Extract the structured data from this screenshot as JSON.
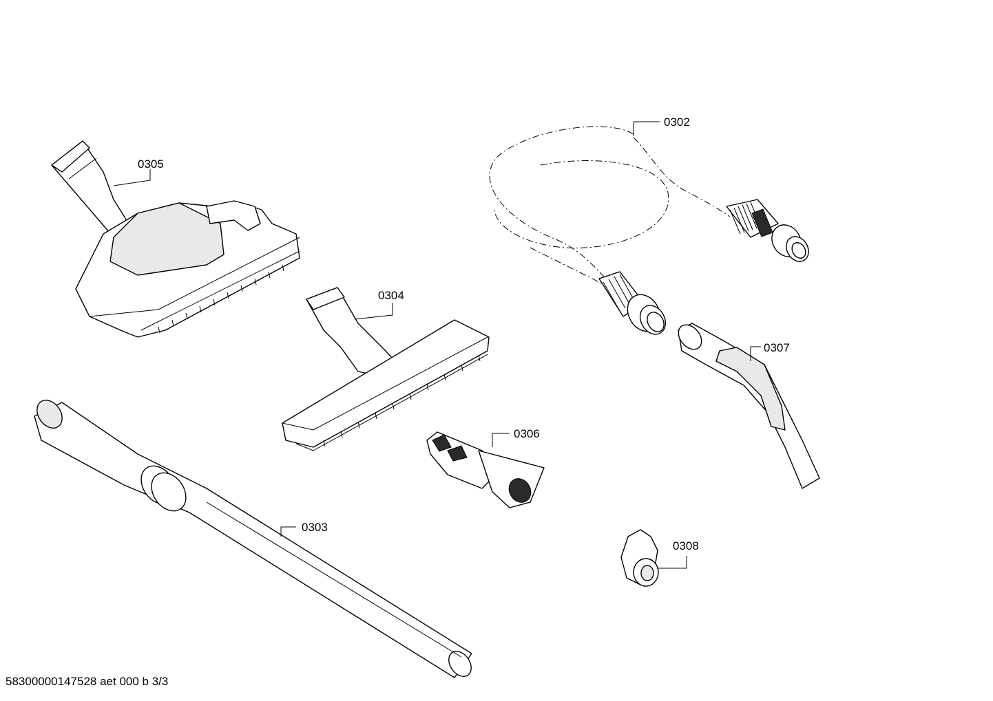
{
  "parts": [
    {
      "id": "0302",
      "name": "hose"
    },
    {
      "id": "0303",
      "name": "extension-tube"
    },
    {
      "id": "0304",
      "name": "hard-floor-nozzle"
    },
    {
      "id": "0305",
      "name": "floor-nozzle"
    },
    {
      "id": "0306",
      "name": "upholstery-nozzle"
    },
    {
      "id": "0307",
      "name": "handle"
    },
    {
      "id": "0308",
      "name": "clip"
    }
  ],
  "footer": "58300000147528 aet 000 b 3/3"
}
